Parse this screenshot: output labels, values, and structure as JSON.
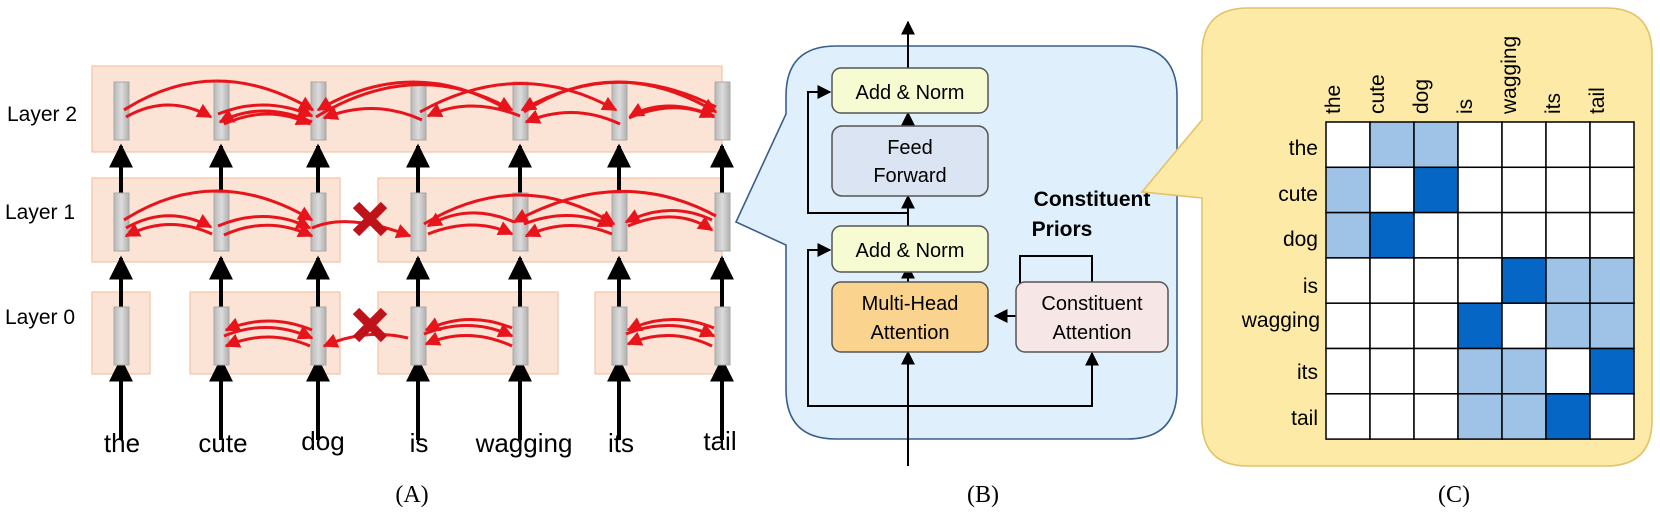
{
  "panelA": {
    "layer_labels": [
      "Layer 2",
      "Layer 1",
      "Layer 0"
    ],
    "words": [
      "the",
      "cute",
      "dog",
      "is",
      "wagging",
      "its",
      "tail"
    ],
    "caption": "(A)",
    "colors": {
      "group_fill": "#fbe3d5",
      "group_stroke": "#f4b898",
      "arrow": "#e8141c",
      "cross": "#c0121a",
      "token": "#c8c8c8"
    }
  },
  "panelB": {
    "add_norm_top": "Add & Norm",
    "feed_forward": [
      "Feed",
      "Forward"
    ],
    "add_norm_bottom": "Add & Norm",
    "multi_head": [
      "Multi-Head",
      "Attention"
    ],
    "constituent_attention": [
      "Constituent",
      "Attention"
    ],
    "priors": [
      "Constituent",
      "Priors"
    ],
    "caption": "(B)",
    "colors": {
      "panel_fill": "#dff0fc",
      "panel_stroke": "#3a5f8a",
      "add_norm": "#f7fbd2",
      "feed_forward": "#dbe4f2",
      "multi_head": "#fad38e",
      "constituent": "#f6e6e6"
    }
  },
  "panelC": {
    "words": [
      "the",
      "cute",
      "dog",
      "is",
      "wagging",
      "its",
      "tail"
    ],
    "caption": "(C)",
    "matrix": [
      [
        0,
        1,
        1,
        0,
        0,
        0,
        0
      ],
      [
        1,
        0,
        2,
        0,
        0,
        0,
        0
      ],
      [
        1,
        2,
        0,
        0,
        0,
        0,
        0
      ],
      [
        0,
        0,
        0,
        0,
        2,
        1,
        1
      ],
      [
        0,
        0,
        0,
        2,
        0,
        1,
        1
      ],
      [
        0,
        0,
        0,
        1,
        1,
        0,
        2
      ],
      [
        0,
        0,
        0,
        1,
        1,
        2,
        0
      ]
    ],
    "colors": {
      "bubble_fill": "#fdeaa6",
      "bubble_stroke": "#e2c36a",
      "light": "#9fc3e7",
      "dark": "#0566c6",
      "empty": "#ffffff"
    }
  }
}
